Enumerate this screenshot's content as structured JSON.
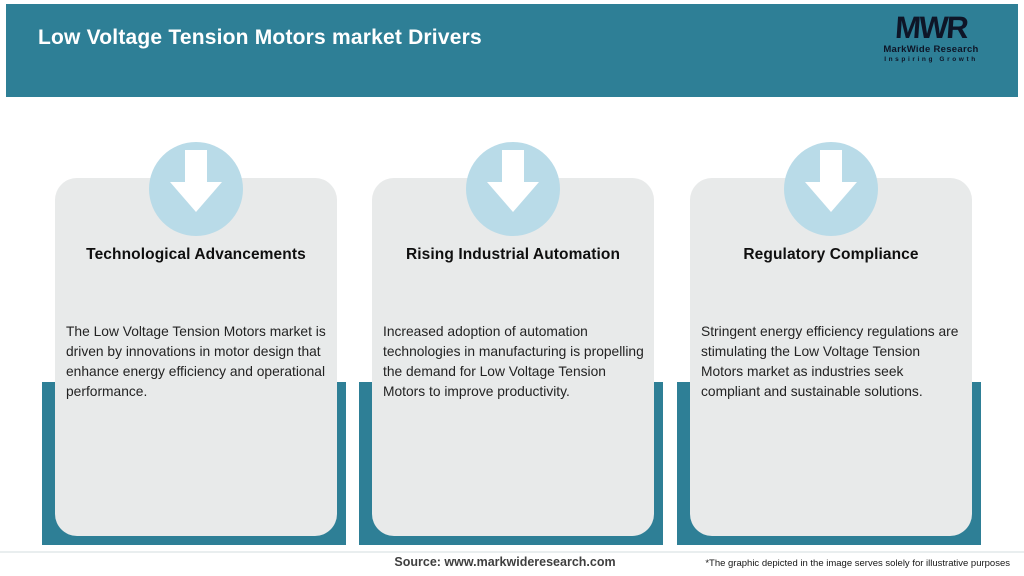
{
  "header": {
    "title": "Low Voltage Tension Motors market Drivers"
  },
  "logo": {
    "monogram": "MWR",
    "name": "MarkWide Research",
    "tagline": "Inspiring Growth"
  },
  "cards": [
    {
      "title": "Technological Advancements",
      "body": "The Low Voltage Tension Motors market is driven by innovations in motor design that enhance energy efficiency and operational performance."
    },
    {
      "title": "Rising Industrial Automation",
      "body": "Increased adoption of automation technologies in manufacturing is propelling the demand for Low Voltage Tension Motors to improve productivity."
    },
    {
      "title": "Regulatory Compliance",
      "body": "Stringent energy efficiency regulations are stimulating the Low Voltage Tension Motors market as industries seek compliant and sustainable solutions."
    }
  ],
  "footer": {
    "source": "Source: www.markwideresearch.com",
    "disclaimer": "*The graphic depicted in the image serves solely for illustrative purposes"
  },
  "colors": {
    "header_teal": "#2e7f96",
    "card_bg": "#e8eaea",
    "circle_blue": "#b9dbe8",
    "arrow_white": "#ffffff",
    "logo_dark": "#0e1527"
  }
}
